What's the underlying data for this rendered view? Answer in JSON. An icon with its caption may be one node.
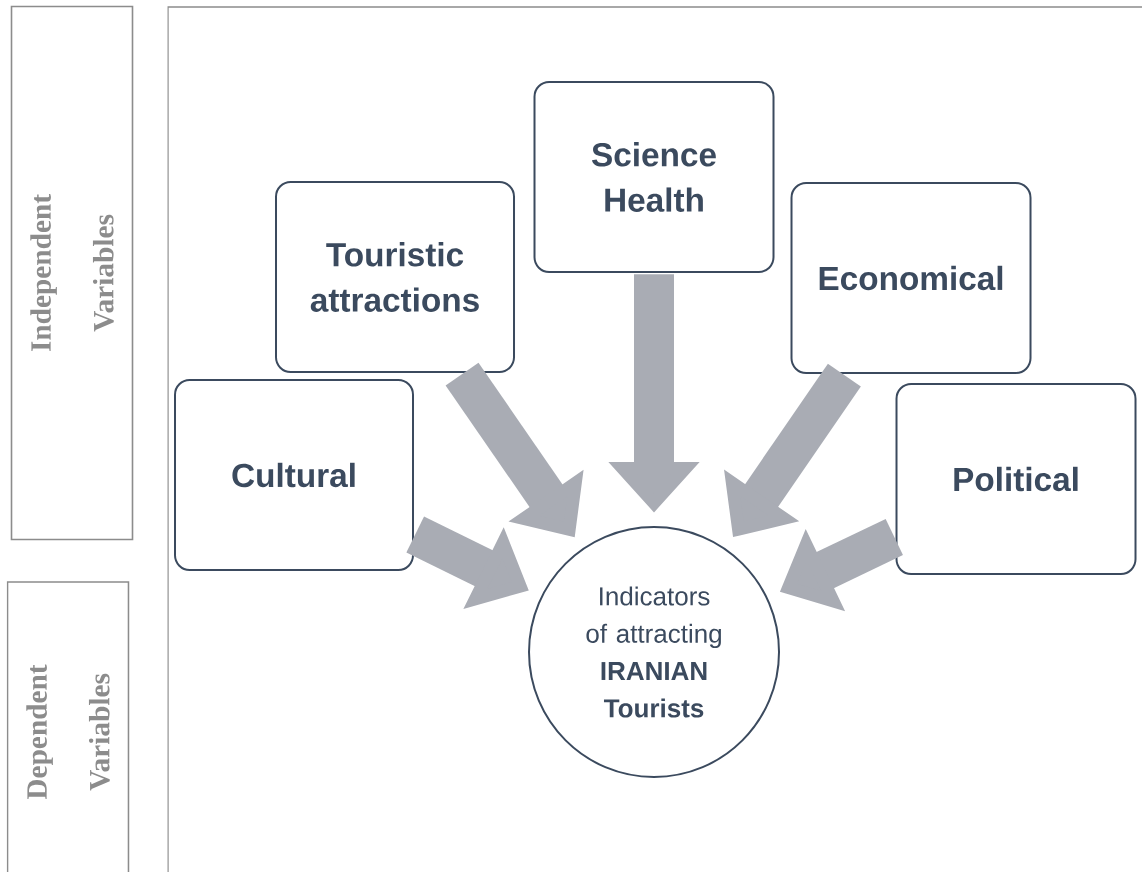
{
  "diagram": {
    "nodes": [
      {
        "text": [
          "Independent Variables"
        ]
      },
      {
        "text": [
          "Dependent Variables"
        ]
      },
      {
        "text": [
          "Science Health"
        ]
      },
      {
        "text": [
          "Touristic attractions"
        ]
      },
      {
        "text": [
          "Economical"
        ]
      },
      {
        "text": [
          "Cultural"
        ]
      },
      {
        "text": [
          "Political"
        ]
      },
      {
        "text": [
          "Indicators of attracting **IRANIAN Tourists**"
        ]
      }
    ],
    "edges": [
      {
        "from": 5,
        "to": 7,
        "arrow": "to"
      },
      {
        "from": 3,
        "to": 7,
        "arrow": "to"
      },
      {
        "from": 2,
        "to": 7,
        "arrow": "to"
      },
      {
        "from": 4,
        "to": 7,
        "arrow": "to"
      },
      {
        "from": 6,
        "to": 7,
        "arrow": "to"
      }
    ]
  }
}
